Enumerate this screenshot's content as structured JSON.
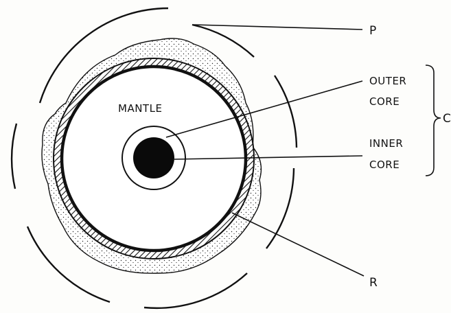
{
  "labels": {
    "mantle": "MANTLE",
    "outer_core_line1": "OUTER",
    "outer_core_line2": "CORE",
    "inner_core_line1": "INNER",
    "inner_core_line2": "CORE",
    "p": "P",
    "r": "R",
    "brace_letter": "C"
  },
  "colors": {
    "ink": "#111111",
    "paper": "#fdfdfb"
  }
}
